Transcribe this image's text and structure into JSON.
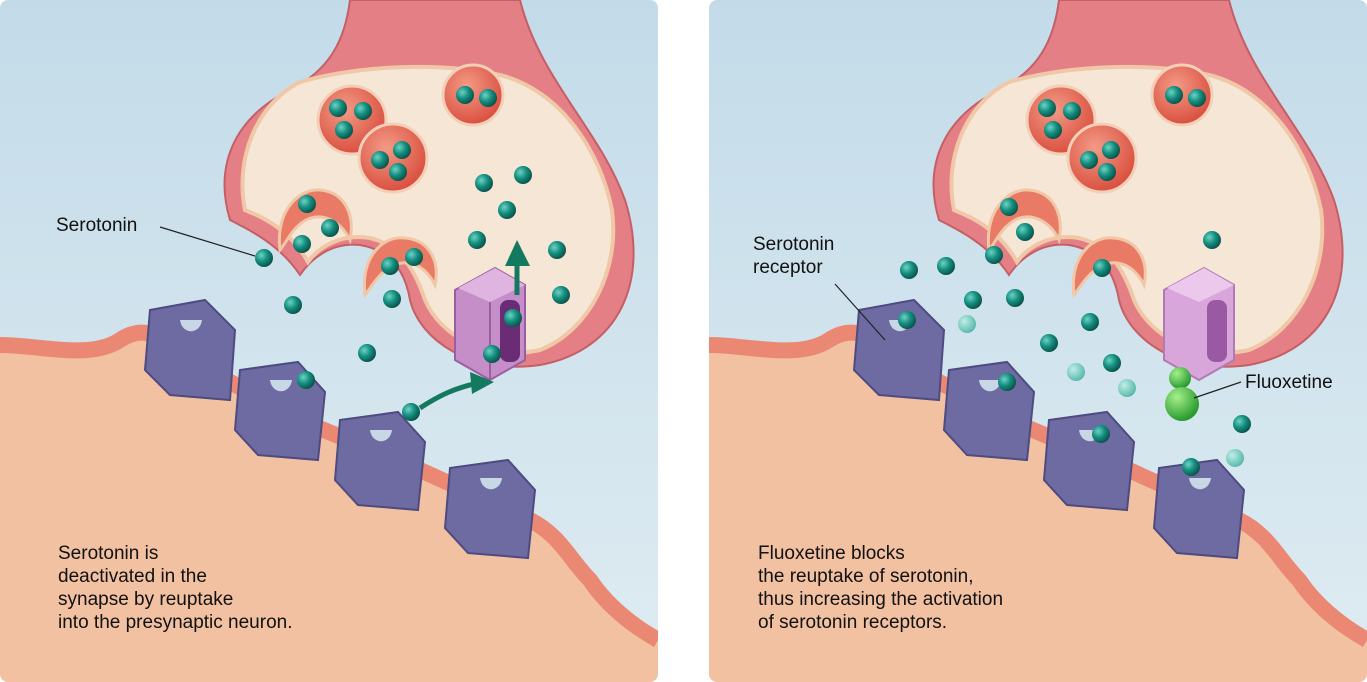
{
  "panels": [
    {
      "id": "left",
      "labels": {
        "serotonin": "Serotonin"
      },
      "caption": "Serotonin is\ndeactivated in the\nsynapse by reuptake\ninto the presynaptic neuron."
    },
    {
      "id": "right",
      "labels": {
        "receptor": "Serotonin\nreceptor",
        "fluoxetine": "Fluoxetine"
      },
      "caption": "Fluoxetine blocks\nthe reuptake of serotonin,\nthus increasing the activation\nof serotonin receptors."
    }
  ],
  "colors": {
    "background": "#cfe3ee",
    "presynaptic": "#e8848a",
    "cytoplasm": "#f7e8d8",
    "postsynaptic": "#f3c3a4",
    "membrane": "#ee8a78",
    "receptor": "#6b6a9e",
    "transporter": "#c690c8",
    "serotonin": "#138a7d",
    "vesicle": "#e65c4b",
    "fluoxetine": "#3fb13d",
    "arrow": "#117a5e"
  },
  "icons": {
    "serotonin_molecule": "sphere",
    "fluoxetine_molecule": "peanut-shape",
    "reuptake_arrow": "arrow"
  }
}
